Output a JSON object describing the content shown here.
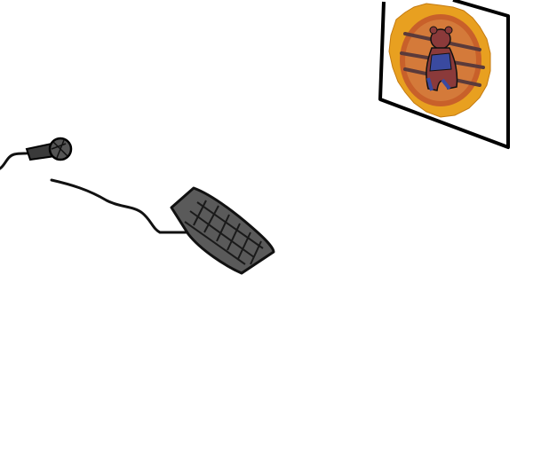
{
  "scene": {
    "background": "#ffffff",
    "objects": [
      {
        "name": "microphone",
        "icon": "microphone-icon",
        "colors": {
          "body": "#3a3a3a",
          "outline": "#000000"
        }
      },
      {
        "name": "microphone-cable",
        "colors": {
          "stroke": "#111111"
        }
      },
      {
        "name": "keyboard-cable",
        "colors": {
          "stroke": "#111111"
        }
      },
      {
        "name": "keyboard",
        "icon": "keyboard-icon",
        "colors": {
          "body": "#5a5a5a",
          "keys": "#1a1a1a"
        }
      },
      {
        "name": "wall-poster",
        "icon": "poster-icon",
        "colors": {
          "frame": "#000000",
          "paper": "#ffffff",
          "burst": "#e8a020",
          "disc": "#c8602a",
          "rings": "#5a3a3a",
          "bear": "#8b3a3a",
          "shirt": "#3a4aa0"
        }
      }
    ]
  }
}
